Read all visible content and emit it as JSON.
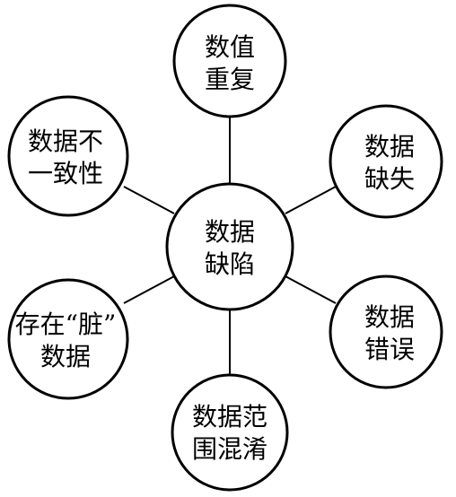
{
  "center": {
    "line1": "数据",
    "line2": "缺陷"
  },
  "nodes": [
    {
      "id": "duplicate",
      "line1": "数值",
      "line2": "重复"
    },
    {
      "id": "missing",
      "line1": "数据",
      "line2": "缺失"
    },
    {
      "id": "error",
      "line1": "数据",
      "line2": "错误"
    },
    {
      "id": "range-confusion",
      "line1": "数据范",
      "line2": "围混淆"
    },
    {
      "id": "dirty",
      "line1": "存在“脏”",
      "line2": "数据"
    },
    {
      "id": "inconsistent",
      "line1": "数据不",
      "line2": "一致性"
    }
  ],
  "colors": {
    "stroke": "#000000",
    "fill": "#ffffff",
    "text": "#000000"
  }
}
